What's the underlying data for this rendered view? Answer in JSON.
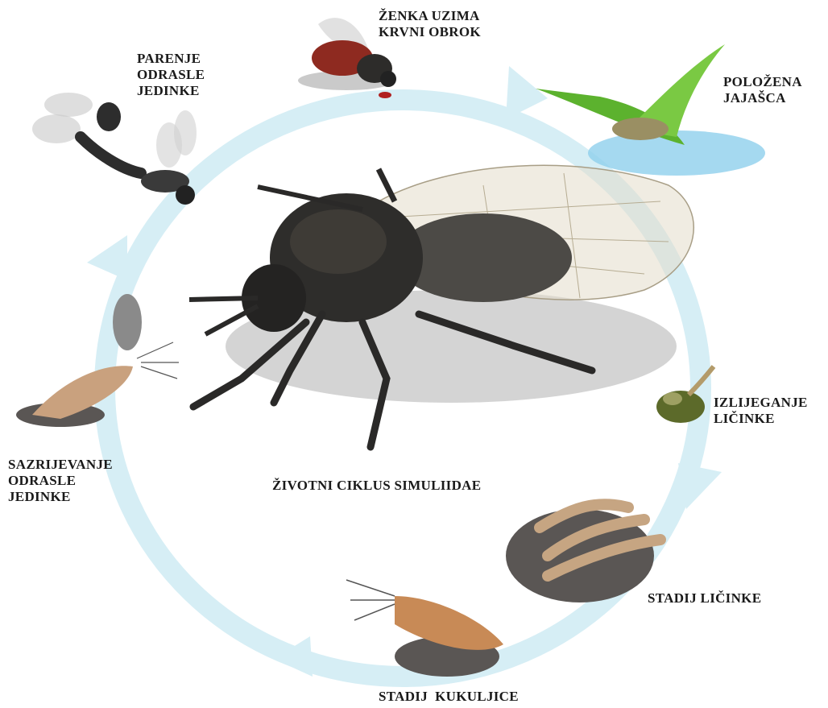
{
  "diagram": {
    "title": "ŽIVOTNI CIKLUS SIMULIIDAE",
    "stages": [
      {
        "id": "blood-meal",
        "lines": [
          "ŽENKA UZIMA",
          "KRVNI OBROK"
        ]
      },
      {
        "id": "eggs",
        "lines": [
          "POLOŽENA",
          "JAJAŠCA"
        ]
      },
      {
        "id": "hatching",
        "lines": [
          "IZLIJEGANJE",
          "LIČINKE"
        ]
      },
      {
        "id": "larva",
        "lines": [
          "STADIJ LIČINKE"
        ]
      },
      {
        "id": "pupa",
        "lines": [
          "STADIJ  KUKULJICE"
        ]
      },
      {
        "id": "emergence",
        "lines": [
          "SAZRIJEVANJE",
          "ODRASLE",
          "JEDINKE"
        ]
      },
      {
        "id": "mating",
        "lines": [
          "PARENJE",
          "ODRASLE",
          "JEDINKE"
        ]
      }
    ],
    "colors": {
      "cycle_arrow": "#d6eef5",
      "text": "#1a1a1a",
      "leaf": "#5cb22e",
      "water": "#8fd0ec"
    }
  }
}
